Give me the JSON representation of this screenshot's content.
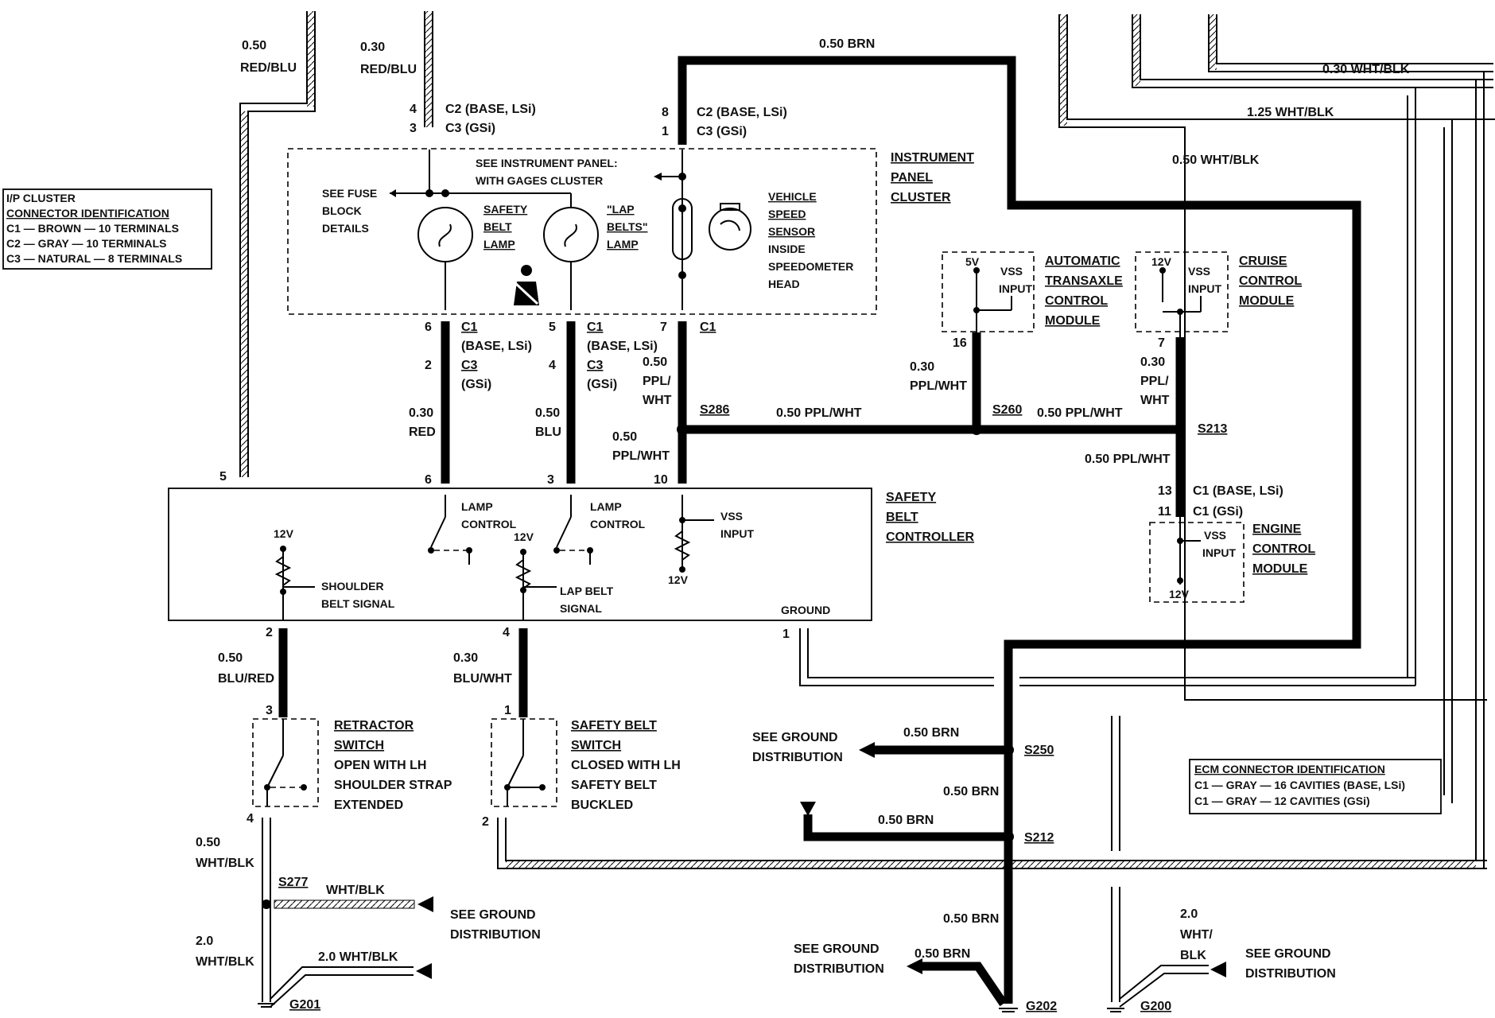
{
  "ipCluster": {
    "title": "I/P CLUSTER",
    "subtitle": "CONNECTOR IDENTIFICATION",
    "lines": [
      "C1 — BROWN — 10 TERMINALS",
      "C2 — GRAY — 10 TERMINALS",
      "C3 — NATURAL — 8 TERMINALS"
    ]
  },
  "ecmId": {
    "title": "ECM CONNECTOR IDENTIFICATION",
    "lines": [
      "C1 — GRAY — 16 CAVITIES (BASE, LSi)",
      "C1 — GRAY — 12 CAVITIES (GSi)"
    ]
  },
  "wires": {
    "w050redblu": [
      "0.50",
      "RED/BLU"
    ],
    "w030redblu": [
      "0.30",
      "RED/BLU"
    ],
    "brnTop": "0.50 BRN",
    "wht030": "0.30 WHT/BLK",
    "wht125": "1.25 WHT/BLK",
    "wht050": "0.50 WHT/BLK",
    "red030": [
      "0.30",
      "RED"
    ],
    "blu050": [
      "0.50",
      "BLU"
    ],
    "pplA": [
      "0.50",
      "PPL/",
      "WHT"
    ],
    "pplB": [
      "0.50",
      "PPL/WHT"
    ],
    "pplS286": "0.50 PPL/WHT",
    "pplS260": "0.50 PPL/WHT",
    "pplTCM": [
      "0.30",
      "PPL/WHT"
    ],
    "pplCCM": [
      "0.30",
      "PPL/",
      "WHT"
    ],
    "pplECM": "0.50 PPL/WHT",
    "bluRed": [
      "0.50",
      "BLU/RED"
    ],
    "bluWht": [
      "0.30",
      "BLU/WHT"
    ],
    "whtBlkA": [
      "0.50",
      "WHT/BLK"
    ],
    "whtBlkS277": "WHT/BLK",
    "whtBlkB": [
      "2.0",
      "WHT/BLK"
    ],
    "whtBlkC": "2.0 WHT/BLK",
    "brnS250": "0.50 BRN",
    "brnMid": "0.50 BRN",
    "brnS212": "0.50 BRN",
    "brnLow": "0.50 BRN",
    "brnG202": "0.50 BRN",
    "g200wire": [
      "2.0",
      "WHT/",
      "BLK"
    ]
  },
  "connectors": {
    "c2top": [
      "C2 (BASE, LSi)",
      "C3 (GSi)"
    ],
    "c2top2": [
      "C2 (BASE, LSi)",
      "C3 (GSi)"
    ],
    "pinsTopL": [
      "4",
      "3"
    ],
    "pinsTopR": [
      "8",
      "1"
    ],
    "c1a": [
      "C1",
      "(BASE, LSi)",
      "C3",
      "(GSi)"
    ],
    "c1b": [
      "C1",
      "(BASE, LSi)",
      "C3",
      "(GSi)"
    ],
    "c1c": "C1",
    "pinsA": [
      "6",
      "2"
    ],
    "pinsB": [
      "5",
      "4"
    ],
    "pinC": "7",
    "ecmConn": [
      "C1 (BASE, LSi)",
      "C1 (GSi)"
    ],
    "ecmPins": [
      "13",
      "11"
    ]
  },
  "cluster": {
    "title": [
      "INSTRUMENT",
      "PANEL",
      "CLUSTER"
    ],
    "fuse": [
      "SEE FUSE",
      "BLOCK",
      "DETAILS"
    ],
    "ipNote": [
      "SEE INSTRUMENT PANEL:",
      "WITH GAGES CLUSTER"
    ],
    "safetyLamp": [
      "SAFETY",
      "BELT",
      "LAMP"
    ],
    "lapLamp": [
      "\"LAP",
      "BELTS\"",
      "LAMP"
    ],
    "vss": [
      "VEHICLE",
      "SPEED",
      "SENSOR",
      "INSIDE",
      "SPEEDOMETER",
      "HEAD"
    ]
  },
  "modules": {
    "tcm": [
      "AUTOMATIC",
      "TRANSAXLE",
      "CONTROL",
      "MODULE"
    ],
    "ccm": [
      "CRUISE",
      "CONTROL",
      "MODULE"
    ],
    "ecm": [
      "ENGINE",
      "CONTROL",
      "MODULE"
    ],
    "tcmV": "5V",
    "ccmV": "12V",
    "ecmV": "12V",
    "vssInput": [
      "VSS",
      "INPUT"
    ],
    "tcmPin": "16",
    "ccmPin": "7"
  },
  "splices": {
    "s286": "S286",
    "s260": "S260",
    "s213": "S213",
    "s250": "S250",
    "s212": "S212",
    "s277": "S277"
  },
  "controller": {
    "title": [
      "SAFETY",
      "BELT",
      "CONTROLLER"
    ],
    "lampControl": [
      "LAMP",
      "CONTROL"
    ],
    "lampControl2": [
      "LAMP",
      "CONTROL"
    ],
    "vssInput": [
      "VSS",
      "INPUT"
    ],
    "v12a": "12V",
    "v12b": "12V",
    "v12c": "12V",
    "shoulder": [
      "SHOULDER",
      "BELT SIGNAL"
    ],
    "lapBelt": [
      "LAP BELT",
      "SIGNAL"
    ],
    "ground": "GROUND",
    "pinsTop": [
      "5",
      "6",
      "3",
      "10"
    ],
    "pinsBottom": [
      "2",
      "4",
      "1"
    ]
  },
  "switches": {
    "retractor": [
      "RETRACTOR",
      "SWITCH",
      "OPEN WITH LH",
      "SHOULDER STRAP",
      "EXTENDED"
    ],
    "safety": [
      "SAFETY BELT",
      "SWITCH",
      "CLOSED WITH LH",
      "SAFETY BELT",
      "BUCKLED"
    ],
    "retrPins": [
      "3",
      "4"
    ],
    "safePins": [
      "1",
      "2"
    ]
  },
  "grounds": {
    "g201": "G201",
    "g202": "G202",
    "g200": "G200",
    "seeGround": [
      "SEE GROUND",
      "DISTRIBUTION"
    ]
  }
}
